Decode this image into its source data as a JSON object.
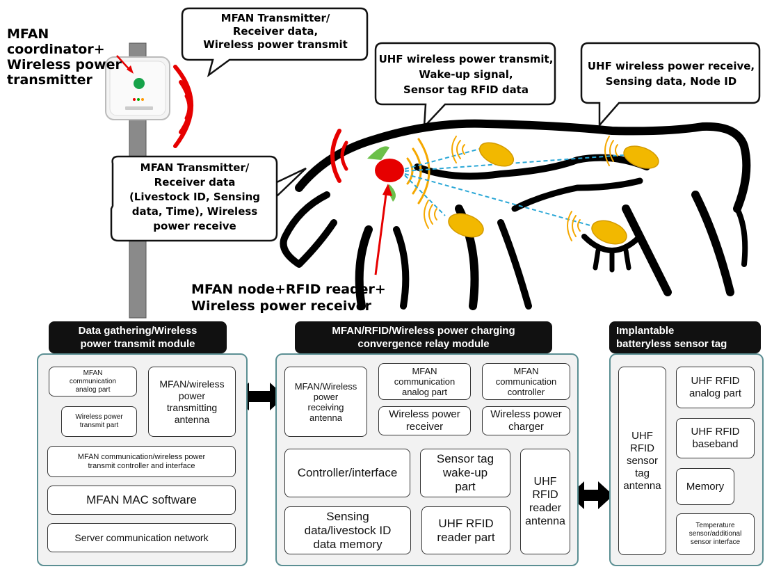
{
  "top_labels": {
    "coordinator": [
      "MFAN",
      "coordinator+",
      "Wireless power",
      "transmitter"
    ],
    "node": [
      "MFAN  node+RFID reader+",
      "Wireless power receiver"
    ]
  },
  "callouts": {
    "coordinator_bubble": [
      "MFAN Transmitter/",
      "Receiver data,",
      "Wireless power transmit"
    ],
    "node_bubble": [
      "MFAN Transmitter/",
      "Receiver data",
      "(Livestock ID, Sensing",
      "data, Time), Wireless",
      "power receive"
    ],
    "reader_bubble": [
      "UHF wireless power transmit,",
      "Wake-up signal,",
      "Sensor tag RFID data"
    ],
    "tag_bubble": [
      "UHF wireless power receive,",
      "Sensing data, Node ID"
    ]
  },
  "modules": {
    "left": {
      "title": [
        "Data gathering/Wireless",
        "power transmit module"
      ],
      "boxes": {
        "comm_analog": [
          "MFAN",
          "communication",
          "analog part"
        ],
        "antenna": [
          "MFAN/wireless",
          "power",
          "transmitting",
          "antenna"
        ],
        "power_transmit": [
          "Wireless power",
          "transmit part"
        ],
        "controller": [
          "MFAN communication/wireless power",
          "transmit controller and interface"
        ],
        "mac": "MFAN MAC software",
        "server": "Server communication network"
      }
    },
    "middle": {
      "title": [
        "MFAN/RFID/Wireless power charging",
        "convergence relay module"
      ],
      "boxes": {
        "antenna": [
          "MFAN/Wireless",
          "power",
          "receiving",
          "antenna"
        ],
        "comm_analog": [
          "MFAN",
          "communication",
          "analog part"
        ],
        "comm_controller": [
          "MFAN",
          "communication",
          "controller"
        ],
        "power_receiver": [
          "Wireless power",
          "receiver"
        ],
        "power_charger": [
          "Wireless power",
          "charger"
        ],
        "controller": "Controller/interface",
        "wakeup": [
          "Sensor tag",
          "wake-up",
          "part"
        ],
        "reader_antenna": [
          "UHF",
          "RFID",
          "reader",
          "antenna"
        ],
        "memory": [
          "Sensing",
          "data/livestock ID",
          "data memory"
        ],
        "reader": [
          "UHF RFID",
          "reader part"
        ]
      }
    },
    "right": {
      "title": [
        "Implantable",
        "batteryless sensor tag"
      ],
      "boxes": {
        "antenna": [
          "UHF",
          "RFID",
          "sensor",
          "tag",
          "antenna"
        ],
        "analog": [
          "UHF RFID",
          "analog part"
        ],
        "baseband": [
          "UHF RFID",
          "baseband"
        ],
        "memory": "Memory",
        "sensor": [
          "Temperature",
          "sensor/additional",
          "sensor interface"
        ]
      }
    }
  },
  "colors": {
    "signal_red": "#e60000",
    "signal_orange": "#f5a800",
    "tag_yellow": "#f2b800",
    "module_border": "#5b8f93",
    "link_blue": "#2aa7d6"
  }
}
